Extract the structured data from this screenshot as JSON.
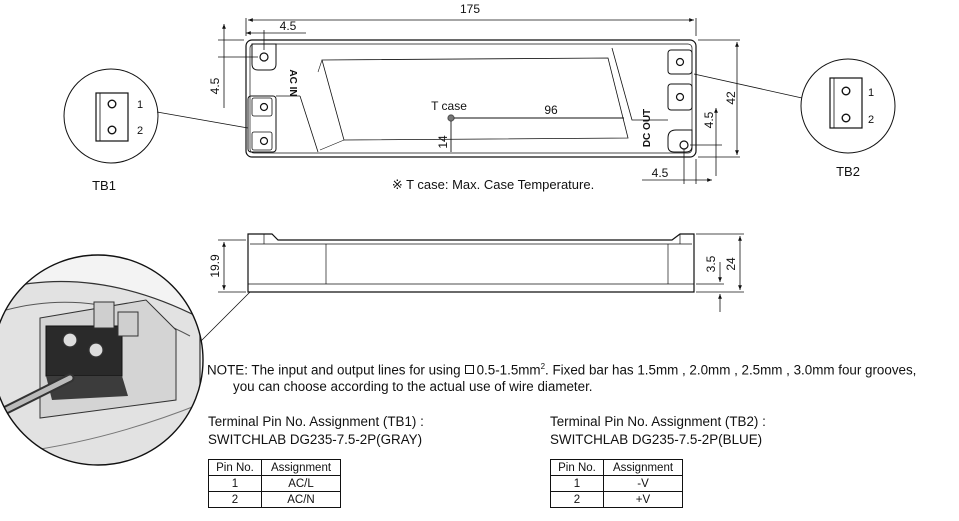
{
  "top_view": {
    "dim_length": "175",
    "dim_hole_x_left": "4.5",
    "dim_hole_y_left": "4.5",
    "dim_width": "42",
    "dim_hole_y_right": "4.5",
    "dim_hole_x_right": "4.5",
    "dim_tcase_x": "96",
    "dim_tcase_y": "14",
    "tcase_label": "T case",
    "ac_in_label": "AC IN",
    "dc_out_label": "DC OUT",
    "tcase_note": "※ T case: Max. Case Temperature."
  },
  "side_view": {
    "dim_height_left": "19.9",
    "dim_foot": "3.5",
    "dim_height_right": "24"
  },
  "terminal_blocks": {
    "tb1_label": "TB1",
    "tb2_label": "TB2",
    "pin1": "1",
    "pin2": "2"
  },
  "note": {
    "prefix": "NOTE: The input and output lines for using",
    "middle": "0.5-1.5mm",
    "sup": "2",
    "suffix": ". Fixed bar has 1.5mm , 2.0mm , 2.5mm , 3.0mm four grooves,",
    "line2": "you can choose according to the actual use of wire diameter."
  },
  "tb1_table": {
    "title": "Terminal Pin No.  Assignment (TB1) :",
    "part": "SWITCHLAB DG235-7.5-2P(GRAY)",
    "headers": [
      "Pin No.",
      "Assignment"
    ],
    "rows": [
      [
        "1",
        "AC/L"
      ],
      [
        "2",
        "AC/N"
      ]
    ]
  },
  "tb2_table": {
    "title": "Terminal Pin No.  Assignment (TB2) :",
    "part": "SWITCHLAB DG235-7.5-2P(BLUE)",
    "headers": [
      "Pin No.",
      "Assignment"
    ],
    "rows": [
      [
        "1",
        "-V"
      ],
      [
        "2",
        "+V"
      ]
    ]
  }
}
